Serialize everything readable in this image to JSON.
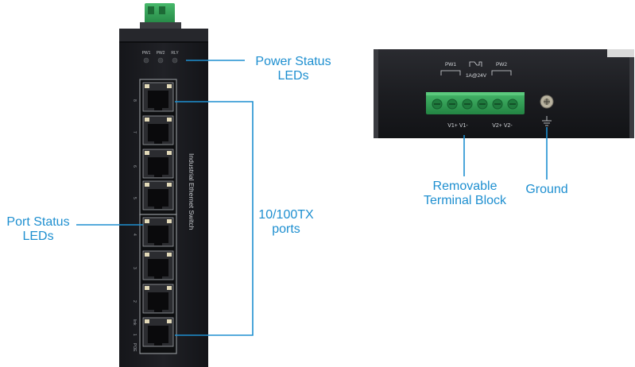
{
  "front": {
    "led_labels": [
      "PW1",
      "PW2",
      "RLY"
    ],
    "product_name": "Industrial Ethernet Switch",
    "port_numbers": [
      "8",
      "7",
      "6",
      "5",
      "4",
      "3",
      "2",
      "1"
    ],
    "link_label": "link",
    "poe_label": "POE"
  },
  "side": {
    "pw1_label": "PW1",
    "pw2_label": "PW2",
    "relay_rating": "1A@24V",
    "v1_label": "V1+ V1-",
    "v2_label": "V2+ V2-"
  },
  "callouts": {
    "power_status_line1": "Power Status",
    "power_status_line2": "LEDs",
    "port_status_line1": "Port Status",
    "port_status_line2": "LEDs",
    "ports_line1": "10/100TX",
    "ports_line2": "ports",
    "terminal_line1": "Removable",
    "terminal_line2": "Terminal Block",
    "ground": "Ground"
  },
  "colors": {
    "callout": "#1e8fd0",
    "housing": "#1b1c1f",
    "terminal": "#2e9a52"
  }
}
